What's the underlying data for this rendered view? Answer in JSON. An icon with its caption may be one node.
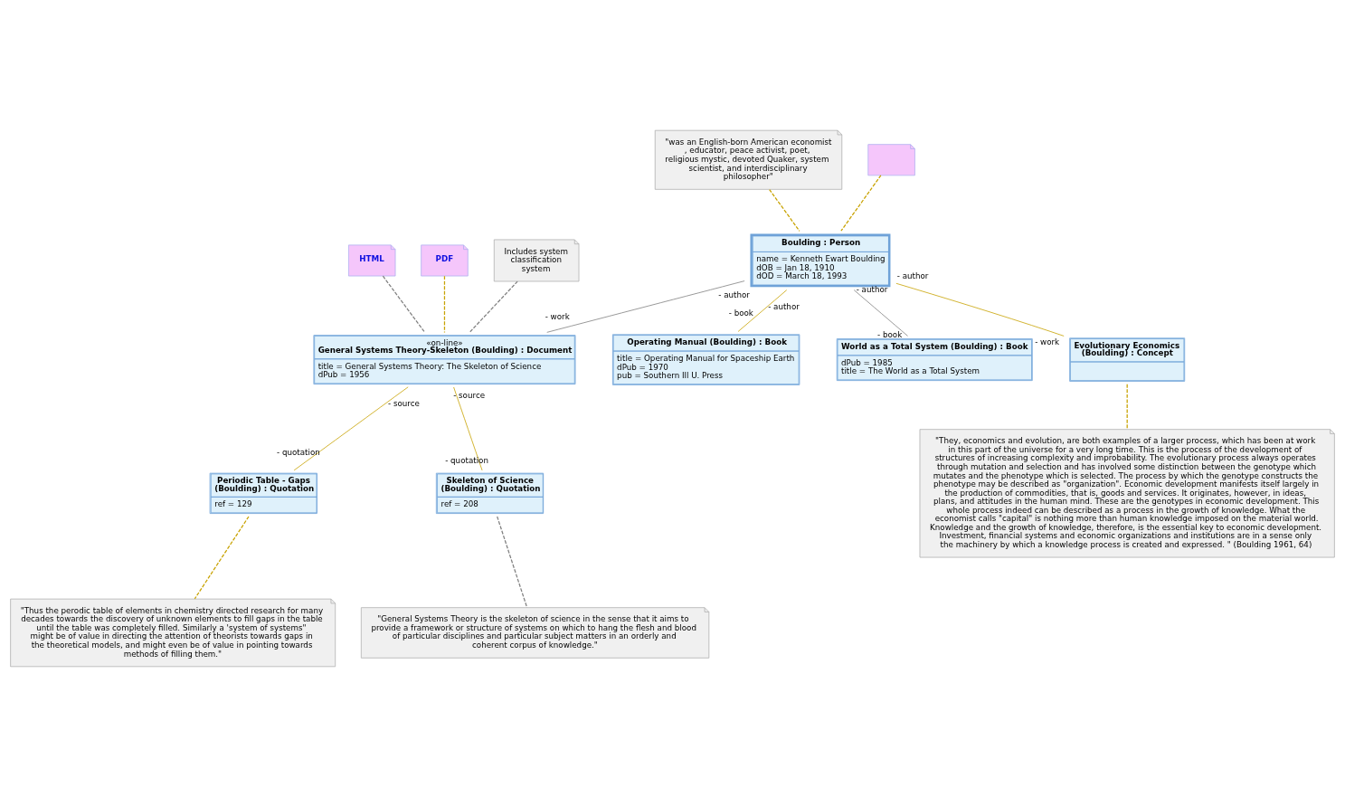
{
  "diagram": {
    "nodes": [
      {
        "text": [
          "\"was an English-born American economist , educator, peace activist, poet, religious mystic, devoted Quaker, system scientist, and interdisciplinary philosopher\""
        ]
      },
      {
        "text": [],
        "shape": "box"
      },
      {
        "text": [
          "HTML"
        ]
      },
      {
        "text": [
          "PDF"
        ]
      },
      {
        "text": [
          "Includes system classification system"
        ]
      },
      {
        "text": [
          "Boulding : Person",
          "name = Kenneth Ewart Boulding",
          "dOB = Jan 18, 1910",
          "dOD = March 18, 1993"
        ]
      },
      {
        "text": [
          "«on-line»",
          "General Systems Theory-Skeleton (Boulding) : Document",
          "title = General Systems Theory: The Skeleton of Science",
          "dPub = 1956"
        ]
      },
      {
        "text": [
          "Operating Manual (Boulding) : Book",
          "title = Operating Manual for Spaceship Earth",
          "dPub = 1970",
          "pub = Southern Ill U. Press"
        ]
      },
      {
        "text": [
          "Periodic Table - Gaps (Boulding) : Quotation",
          "ref = 129"
        ]
      },
      {
        "text": [
          "\"Thus the perodic table of elements in chemistry directed research for many decades towards the discovery of unknown elements to fill gaps in the table until the table was completely filled. Similarly a 'system of systems\" might be of value in directing the attention of theorists towards gaps in the theoretical models, and might even be of value in pointing towards methods of filling them.\""
        ]
      },
      {
        "text": [
          "World as a Total System (Boulding) : Book",
          "dPub = 1985",
          "title = The World as a Total System"
        ]
      },
      {
        "text": [
          "Skeleton of Science (Boulding) : Quotation",
          "ref = 208"
        ]
      },
      {
        "text": [
          "\"General Systems Theory is the skeleton of science in the sense that it aims to provide a framework or structure of systems on which to hang the flesh and blood of particular disciplines and particular subject matters in an orderly and coherent corpus of knowledge.\""
        ]
      },
      {
        "text": [
          "Evolutionary Economics (Boulding) : Concept"
        ]
      },
      {
        "text": [
          "\"They, economics and evolution, are both examples of a larger process, which has been at work in this part of the universe for a very long time. This is the process of the development of structures of increasing complexity and improbability. The evolutionary process always operates through mutation and selection and has involved some distinction between the genotype which mutates and the phenotype which is selected. The process by which the genotype constructs the phenotype may be described as \"organization\". Economic development manifests itself largely in the production of commodities, that is, goods and services. It originates, however, in ideas, plans, and attitudes in the human mind. These are the genotypes in economic development. This whole process indeed can be described as a process in the growth of knowledge. What the economist calls \"capital\" is nothing more than human knowledge imposed on the material world. Knowledge and the growth of knowledge, therefore, is the essential key to economic development. Investment, financial systems and economic organizations and institutions are in a sense only the machinery by which a knowledge process is created and expressed. \" (Boulding 1961, 64)"
        ]
      }
    ],
    "edges": [
      {
        "from": 0,
        "to": 5,
        "arrow": "none",
        "style": "dashed"
      },
      {
        "from": 1,
        "to": 5,
        "arrow": "none",
        "style": "dashed"
      },
      {
        "from": 2,
        "to": 6,
        "arrow": "none",
        "style": "dashed",
        "color": "#808080"
      },
      {
        "from": 3,
        "to": 6,
        "arrow": "none",
        "style": "dashed"
      },
      {
        "from": 4,
        "to": 6,
        "arrow": "none",
        "style": "dashed",
        "color": "#808080"
      },
      {
        "from": 5,
        "to": 6,
        "arrow": "none",
        "color": "#808080"
      },
      {
        "from": 5,
        "to": 7,
        "arrow": "none"
      },
      {
        "from": 5,
        "to": 10,
        "arrow": "none",
        "color": "#808080"
      },
      {
        "from": 5,
        "to": 13,
        "arrow": "none"
      },
      {
        "from": 6,
        "to": 11,
        "arrow": "none"
      },
      {
        "from": 6,
        "to": 8,
        "arrow": "none"
      },
      {
        "from": 8,
        "to": 9,
        "arrow": "none",
        "style": "dashed"
      },
      {
        "from": 11,
        "to": 12,
        "arrow": "none",
        "style": "dashed",
        "color": "#808080"
      },
      {
        "from": 13,
        "to": 14,
        "arrow": "none",
        "style": "dashed"
      }
    ],
    "labels": [
      "- author",
      "- work",
      "- author",
      "- book",
      "- author",
      "- book",
      "- author",
      "- work",
      "- source",
      "- quotation",
      "- source",
      "- quotation"
    ]
  }
}
